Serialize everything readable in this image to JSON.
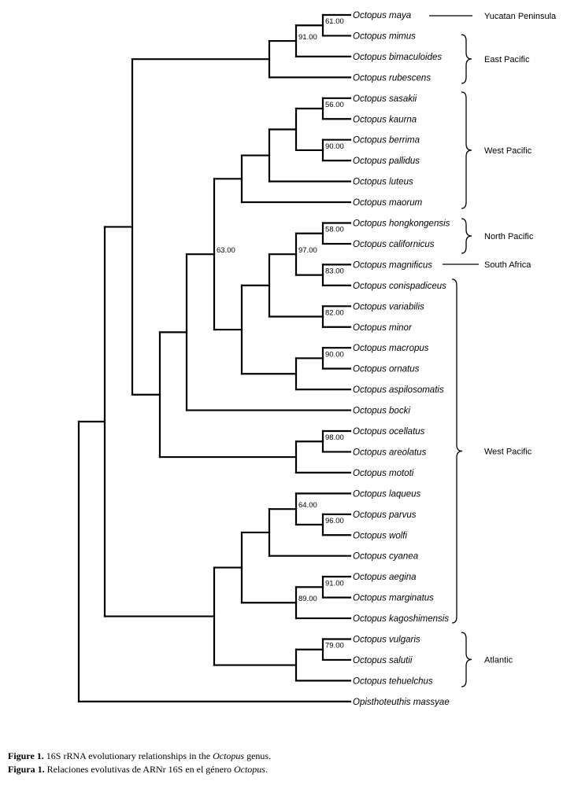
{
  "tree": {
    "taxa": [
      "Octopus maya",
      "Octopus mimus",
      "Octopus bimaculoides",
      "Octopus rubescens",
      "Octopus sasakii",
      "Octopus kaurna",
      "Octopus berrima",
      "Octopus pallidus",
      "Octopus luteus",
      "Octopus maorum",
      "Octopus hongkongensis",
      "Octopus californicus",
      "Octopus magnificus",
      "Octopus conispadiceus",
      "Octopus variabilis",
      "Octopus minor",
      "Octopus macropus",
      "Octopus ornatus",
      "Octopus aspilosomatis",
      "Octopus bocki",
      "Octopus ocellatus",
      "Octopus areolatus",
      "Octopus mototi",
      "Octopus laqueus",
      "Octopus parvus",
      "Octopus wolfi",
      "Octopus cyanea",
      "Octopus aegina",
      "Octopus marginatus",
      "Octopus kagoshimensis",
      "Octopus vulgaris",
      "Octopus salutii",
      "Octopus tehuelchus",
      "Opisthoteuthis massyae"
    ],
    "support_values": [
      "61.00",
      "91.00",
      "56.00",
      "90.00",
      "58.00",
      "97.00",
      "63.00",
      "83.00",
      "82.00",
      "90.00",
      "98.00",
      "64.00",
      "96.00",
      "91.00",
      "89.00",
      "79.00"
    ],
    "regions": [
      "Yucatan Peninsula",
      "East Pacific",
      "West Pacific",
      "North Pacific",
      "South Africa",
      "West Pacific",
      "Atlantic"
    ]
  },
  "caption": {
    "en": {
      "label": "Figure 1.",
      "text_before": " 16S rRNA evolutionary relationships in the ",
      "genus": "Octopus",
      "text_after": " genus."
    },
    "es": {
      "label": "Figura 1.",
      "text_before": " Relaciones evolutivas de ARNr 16S en el género ",
      "genus": "Octopus",
      "text_after": "."
    }
  }
}
